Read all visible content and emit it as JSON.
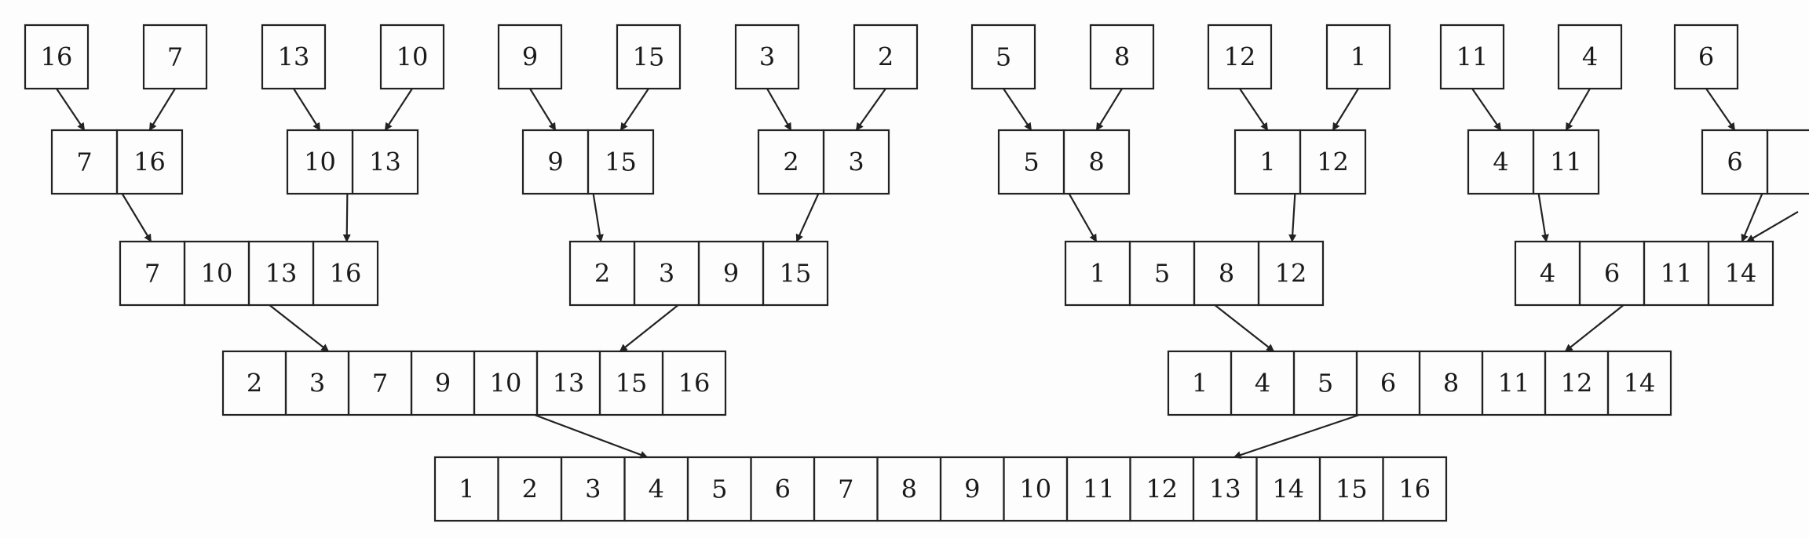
{
  "title_hidden": "",
  "diagram": {
    "type": "merge-sort-tree",
    "levels": [
      [
        [
          16
        ],
        [
          7
        ],
        [
          13
        ],
        [
          10
        ],
        [
          9
        ],
        [
          15
        ],
        [
          3
        ],
        [
          2
        ],
        [
          5
        ],
        [
          8
        ],
        [
          12
        ],
        [
          1
        ],
        [
          11
        ],
        [
          4
        ],
        [
          6
        ]
      ],
      [
        [
          7,
          16
        ],
        [
          10,
          13
        ],
        [
          9,
          15
        ],
        [
          2,
          3
        ],
        [
          5,
          8
        ],
        [
          1,
          12
        ],
        [
          4,
          11
        ],
        [
          6,
          ""
        ]
      ],
      [
        [
          7,
          10,
          13,
          16
        ],
        [
          2,
          3,
          9,
          15
        ],
        [
          1,
          5,
          8,
          12
        ],
        [
          4,
          6,
          11,
          14
        ]
      ],
      [
        [
          2,
          3,
          7,
          9,
          10,
          13,
          15,
          16
        ],
        [
          1,
          4,
          5,
          6,
          8,
          11,
          12,
          14
        ]
      ],
      [
        [
          1,
          2,
          3,
          4,
          5,
          6,
          7,
          8,
          9,
          10,
          11,
          12,
          13,
          14,
          15,
          16
        ]
      ]
    ],
    "colors": {
      "stroke": "#222222",
      "background": "#fdfdfd"
    }
  }
}
